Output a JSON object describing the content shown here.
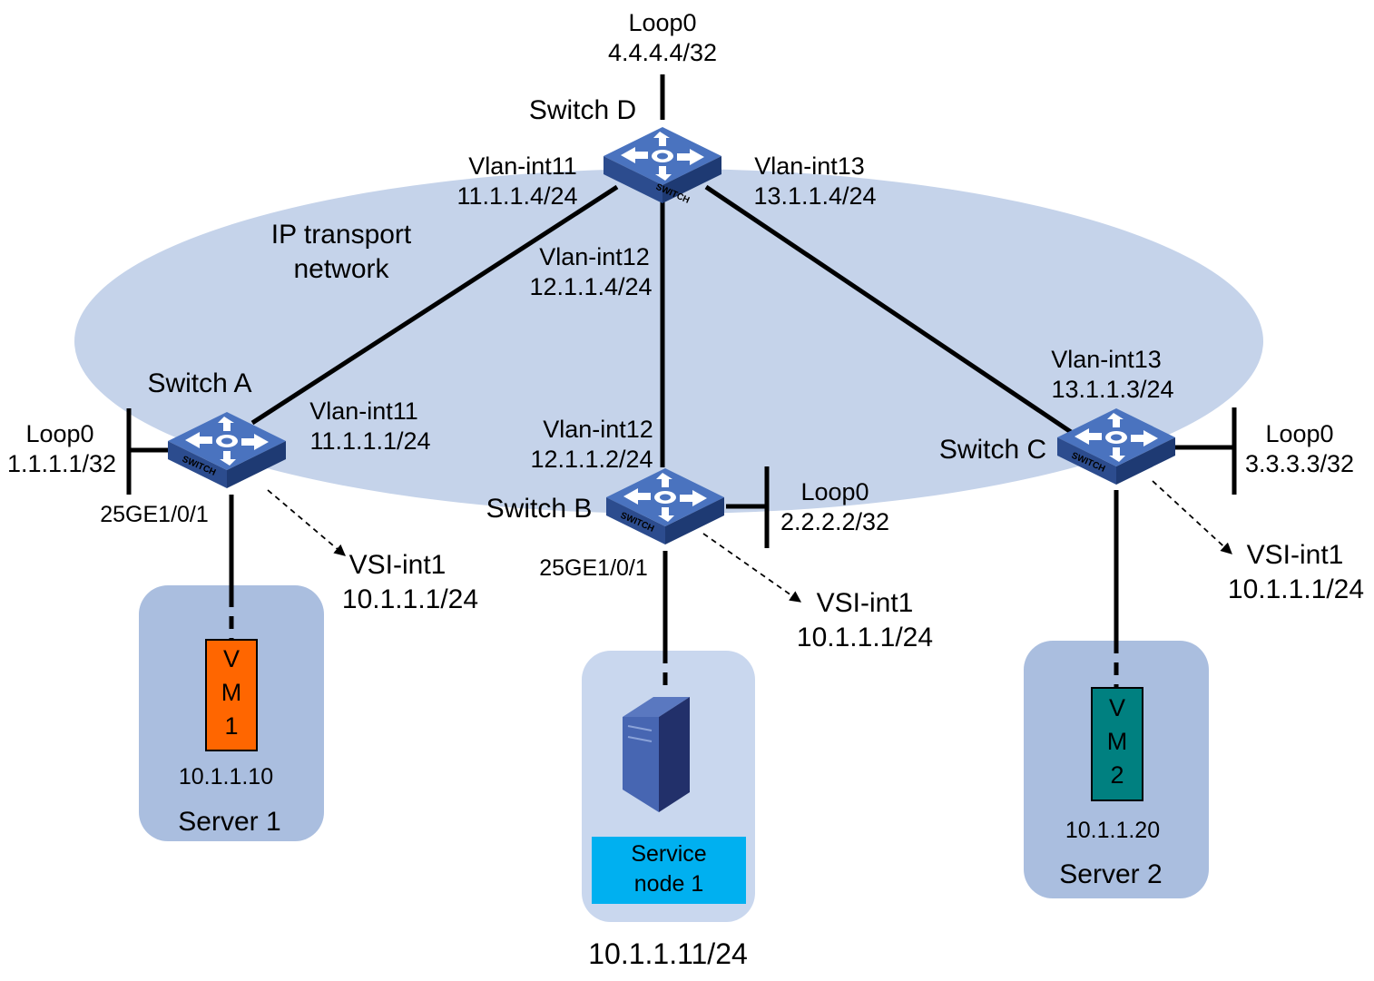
{
  "network": {
    "label_line1": "IP transport",
    "label_line2": "network"
  },
  "colors": {
    "ellipse": "#c5d3ea",
    "server_box": "#aabedf",
    "service_box": "#c9d7ee",
    "switch_top": "#4a73bf",
    "switch_side": "#2c4c8e",
    "vm1": "#ff6600",
    "vm2": "#008080",
    "service_label_bg": "#00b0f0",
    "server_front": "#22306a"
  },
  "switch_d": {
    "name": "Switch D",
    "loop_name": "Loop0",
    "loop_ip": "4.4.4.4/32",
    "if11_name": "Vlan-int11",
    "if11_ip": "11.1.1.4/24",
    "if12_name": "Vlan-int12",
    "if12_ip": "12.1.1.4/24",
    "if13_name": "Vlan-int13",
    "if13_ip": "13.1.1.4/24",
    "icon_text": "SWITCH"
  },
  "switch_a": {
    "name": "Switch A",
    "loop_name": "Loop0",
    "loop_ip": "1.1.1.1/32",
    "if_name": "Vlan-int11",
    "if_ip": "11.1.1.1/24",
    "port": "25GE1/0/1",
    "vsi_name": "VSI-int1",
    "vsi_ip": "10.1.1.1/24",
    "icon_text": "SWITCH"
  },
  "switch_b": {
    "name": "Switch B",
    "loop_name": "Loop0",
    "loop_ip": "2.2.2.2/32",
    "if_name": "Vlan-int12",
    "if_ip": "12.1.1.2/24",
    "port": "25GE1/0/1",
    "vsi_name": "VSI-int1",
    "vsi_ip": "10.1.1.1/24",
    "icon_text": "SWITCH"
  },
  "switch_c": {
    "name": "Switch C",
    "loop_name": "Loop0",
    "loop_ip": "3.3.3.3/32",
    "if_name": "Vlan-int13",
    "if_ip": "13.1.1.3/24",
    "vsi_name": "VSI-int1",
    "vsi_ip": "10.1.1.1/24",
    "icon_text": "SWITCH"
  },
  "server1": {
    "name": "Server 1",
    "vm_l1": "V",
    "vm_l2": "M",
    "vm_l3": "1",
    "vm_ip": "10.1.1.10"
  },
  "server2": {
    "name": "Server 2",
    "vm_l1": "V",
    "vm_l2": "M",
    "vm_l3": "2",
    "vm_ip": "10.1.1.20"
  },
  "service_node": {
    "label_l1": "Service",
    "label_l2": "node 1",
    "ip": "10.1.1.11/24"
  }
}
